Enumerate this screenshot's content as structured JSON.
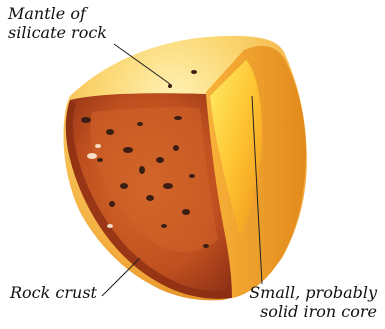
{
  "labels": {
    "mantle_line1": "Mantle of",
    "mantle_line2": "silicate rock",
    "crust": "Rock crust",
    "core_line1": "Small, probably",
    "core_line2": "solid iron core"
  },
  "colors": {
    "mantle_light": "#fde58a",
    "mantle_mid": "#f4b236",
    "mantle_dark": "#d9821a",
    "cut_face": "#b8471c",
    "core_bright": "#ffd64a",
    "spots": "#3a1e14",
    "leader_line": "#222222"
  }
}
